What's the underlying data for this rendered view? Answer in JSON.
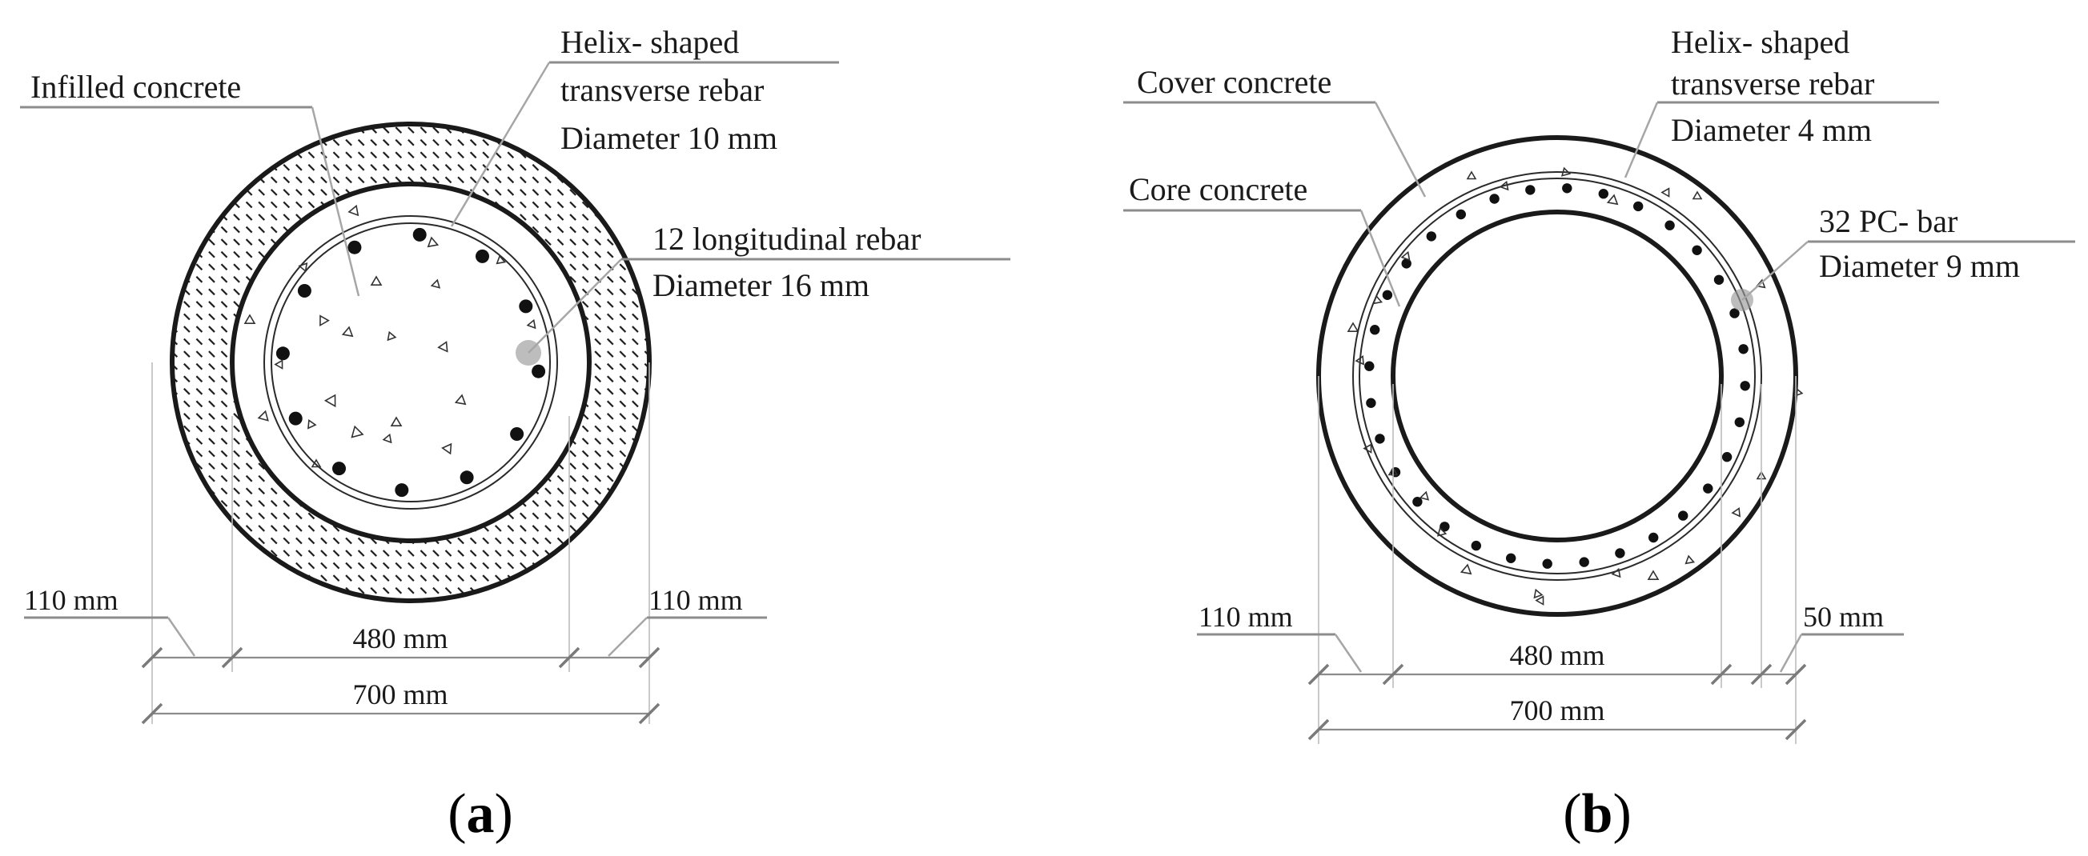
{
  "panel_a": {
    "caption": "a",
    "labels": {
      "infill": "Infilled concrete",
      "helix_line1": "Helix- shaped",
      "helix_line2": "transverse rebar",
      "helix_line3": "Diameter 10 mm",
      "long_line1": "12 longitudinal rebar",
      "long_line2": "Diameter 16 mm"
    },
    "dims": {
      "left_wall": "110 mm",
      "right_wall": "110 mm",
      "inner": "480 mm",
      "outer": "700 mm"
    },
    "longitudinal_bar_count": 12
  },
  "panel_b": {
    "caption": "b",
    "labels": {
      "cover": "Cover concrete",
      "core": "Core concrete",
      "helix_line1": "Helix- shaped",
      "helix_line2": "transverse rebar",
      "helix_line3": "Diameter 4 mm",
      "pc_line1": "32 PC- bar",
      "pc_line2": "Diameter 9 mm"
    },
    "dims": {
      "left_wall": "110 mm",
      "inner": "480 mm",
      "cover": "50 mm",
      "outer": "700 mm"
    },
    "pc_bar_count": 32
  },
  "colors": {
    "ink": "#1a1a1a",
    "leader": "#a6a6a6",
    "hatch": "#1a1a1a"
  }
}
